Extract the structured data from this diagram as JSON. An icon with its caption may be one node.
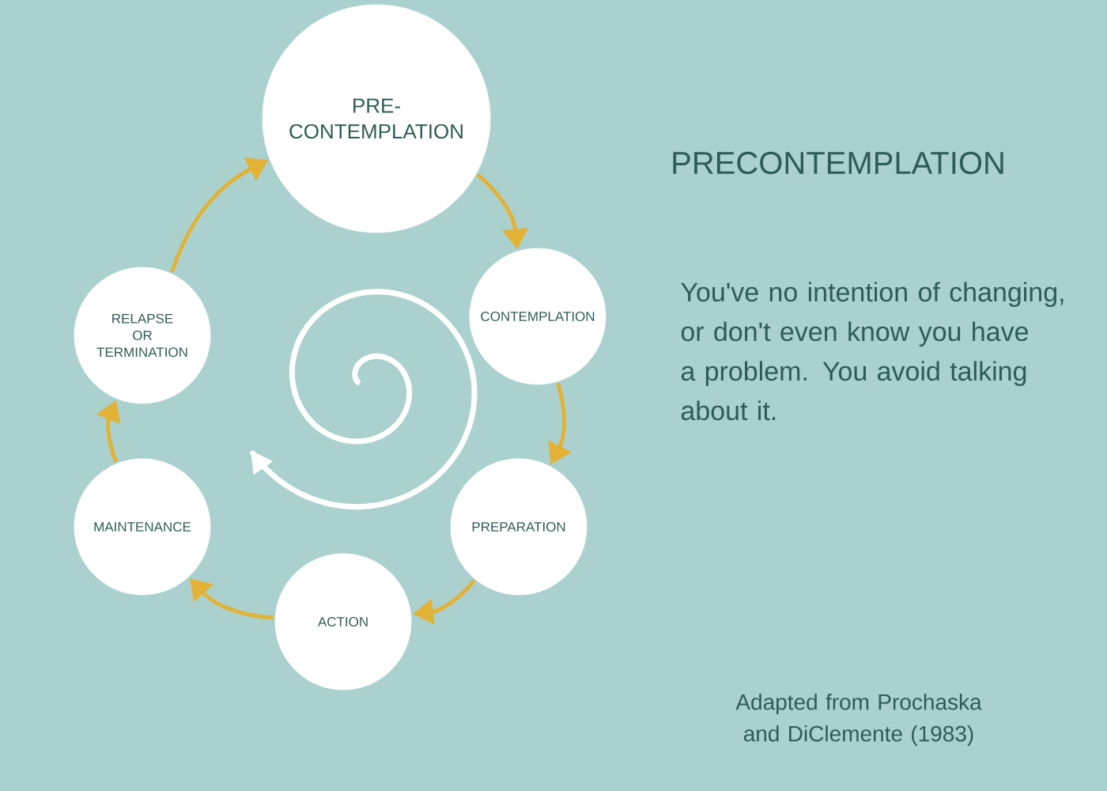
{
  "diagram": {
    "title": "PRECONTEMPLATION",
    "caption": "Adapted from Prochaska and DiClemente (1983)",
    "nodes": [
      {
        "text": [
          "PRE- CONTEMPLATION"
        ]
      },
      {
        "text": [
          "CONTEMPLATION"
        ]
      },
      {
        "text": [
          "PREPARATION"
        ]
      },
      {
        "text": [
          "ACTION"
        ]
      },
      {
        "text": [
          "MAINTENANCE"
        ]
      },
      {
        "text": [
          "RELAPSE OR TERMINATION"
        ]
      }
    ],
    "edges": [
      {
        "from": 5,
        "to": 0,
        "arrow": "to"
      },
      {
        "from": 0,
        "to": 1,
        "arrow": "to"
      },
      {
        "from": 1,
        "to": 2,
        "arrow": "to"
      },
      {
        "from": 2,
        "to": 3,
        "arrow": "to"
      },
      {
        "from": 3,
        "to": 4,
        "arrow": "to"
      },
      {
        "from": 4,
        "to": 5,
        "arrow": "to"
      }
    ],
    "labels": [
      "You've no intention of changing, or don't even know you have a problem. You avoid talking about it."
    ]
  }
}
